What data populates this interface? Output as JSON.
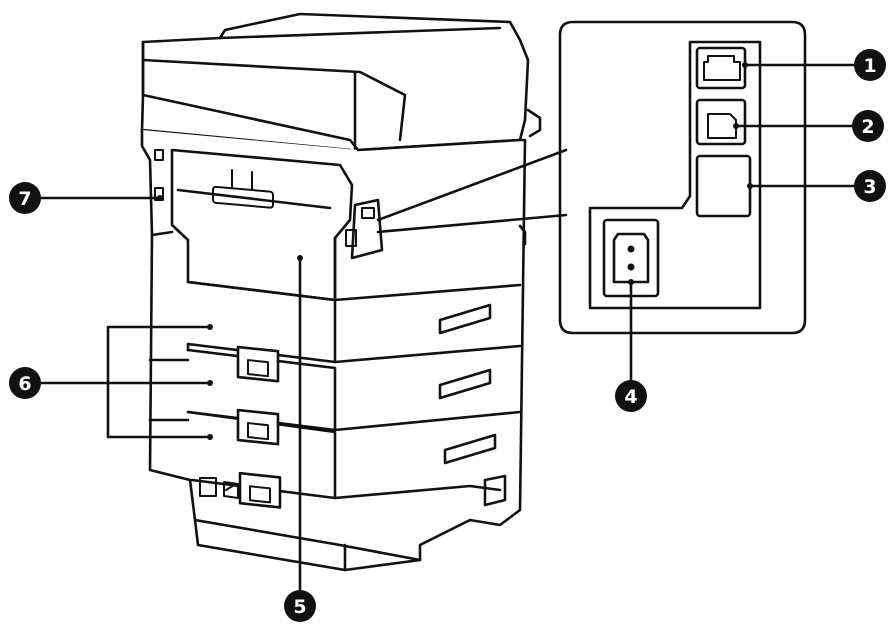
{
  "callouts": [
    {
      "id": "1",
      "label": "1"
    },
    {
      "id": "2",
      "label": "2"
    },
    {
      "id": "3",
      "label": "3"
    },
    {
      "id": "4",
      "label": "4"
    },
    {
      "id": "5",
      "label": "5"
    },
    {
      "id": "6",
      "label": "6"
    },
    {
      "id": "7",
      "label": "7"
    }
  ],
  "icons": {
    "lan_port": "ethernet-port-icon",
    "usb_port": "usb-b-port-icon",
    "option_slot": "option-slot-icon",
    "power_inlet": "ac-inlet-icon"
  },
  "colors": {
    "line": "#111111",
    "background": "#ffffff",
    "callout_fill": "#111111",
    "callout_text": "#ffffff"
  }
}
